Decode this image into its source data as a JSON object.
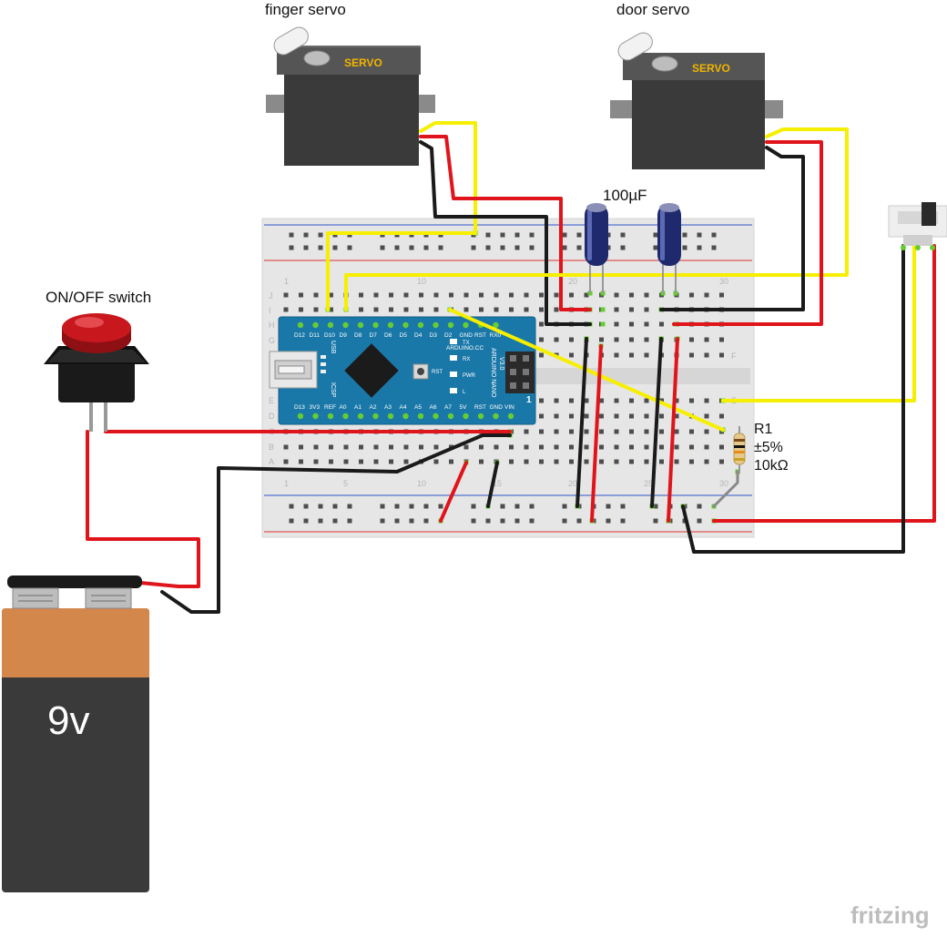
{
  "labels": {
    "finger_servo": "finger servo",
    "door_servo": "door servo",
    "capacitor": "100µF",
    "switch": "ON/OFF switch",
    "resistor_name": "R1",
    "resistor_tolerance": "±5%",
    "resistor_value": "10kΩ",
    "battery": "9v",
    "watermark": "fritzing",
    "servo_brand": "SERVO"
  },
  "arduino": {
    "top_pins": [
      "D12",
      "D11",
      "D10",
      "D9",
      "D8",
      "D7",
      "D6",
      "D5",
      "D4",
      "D3",
      "D2",
      "GND",
      "RST",
      "RX0"
    ],
    "bottom_pins": [
      "D13",
      "3V3",
      "REF",
      "A0",
      "A1",
      "A2",
      "A3",
      "A4",
      "A5",
      "A6",
      "A7",
      "5V",
      "RST",
      "GND",
      "VIN"
    ],
    "board_text": "ARDUINO.CC",
    "model": "ARDUINO NANO",
    "version": "V3.0",
    "usb_label": "USB",
    "icsp_label": "ICSP",
    "rst_label": "RST",
    "tx_label": "TX",
    "rx_label": "RX",
    "pwr_label": "PWR",
    "l_label": "L",
    "pin1_label": "1"
  },
  "breadboard": {
    "row_letters_top": [
      "J",
      "I",
      "H",
      "G",
      "F"
    ],
    "row_letters_bottom": [
      "E",
      "D",
      "C",
      "B",
      "A"
    ],
    "column_numbers": [
      "1",
      "5",
      "10",
      "15",
      "20",
      "25",
      "30"
    ]
  },
  "colors": {
    "wire_red": "#e0141b",
    "wire_black": "#1a1a1a",
    "wire_yellow": "#f7ef00",
    "board_blue": "#1a78a8",
    "battery_orange": "#d4874b",
    "battery_dark": "#3a3a3a",
    "button_red": "#c8181d",
    "servo_body": "#3a3a3a",
    "servo_label": "#f0b400",
    "capacitor_blue": "#1f2a6e",
    "breadboard": "#e6e6e6",
    "hole_green": "#66cc33"
  }
}
